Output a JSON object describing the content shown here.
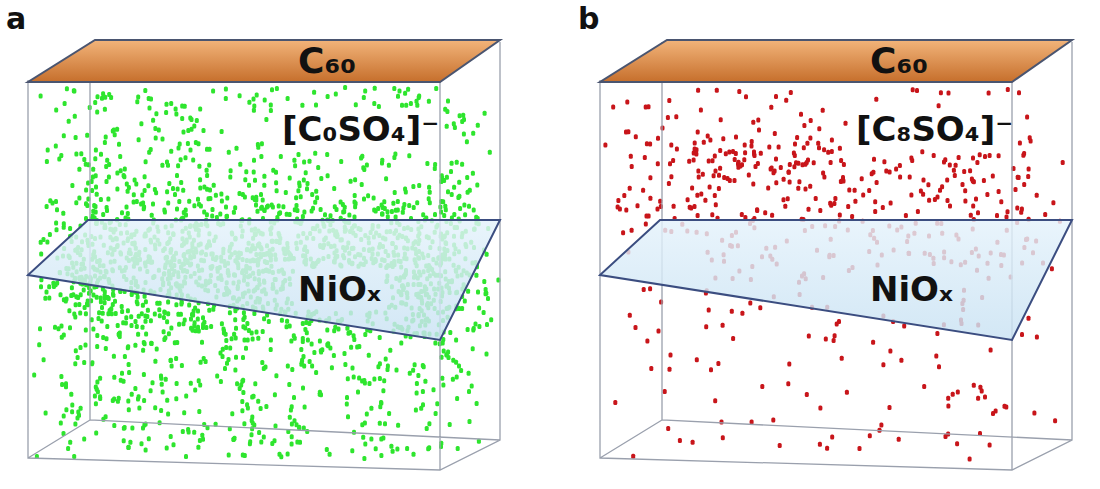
{
  "diagram": {
    "nodes": [
      {
        "text": [
          "C₆₀"
        ]
      },
      {
        "text": [
          "NiOₓ"
        ]
      },
      {
        "text": [
          "C₆₀"
        ]
      },
      {
        "text": [
          "NiOₓ"
        ]
      }
    ],
    "labels": [
      "a",
      "[C₀SO₄]⁻",
      "b",
      "[C₈SO₄]⁻"
    ]
  }
}
